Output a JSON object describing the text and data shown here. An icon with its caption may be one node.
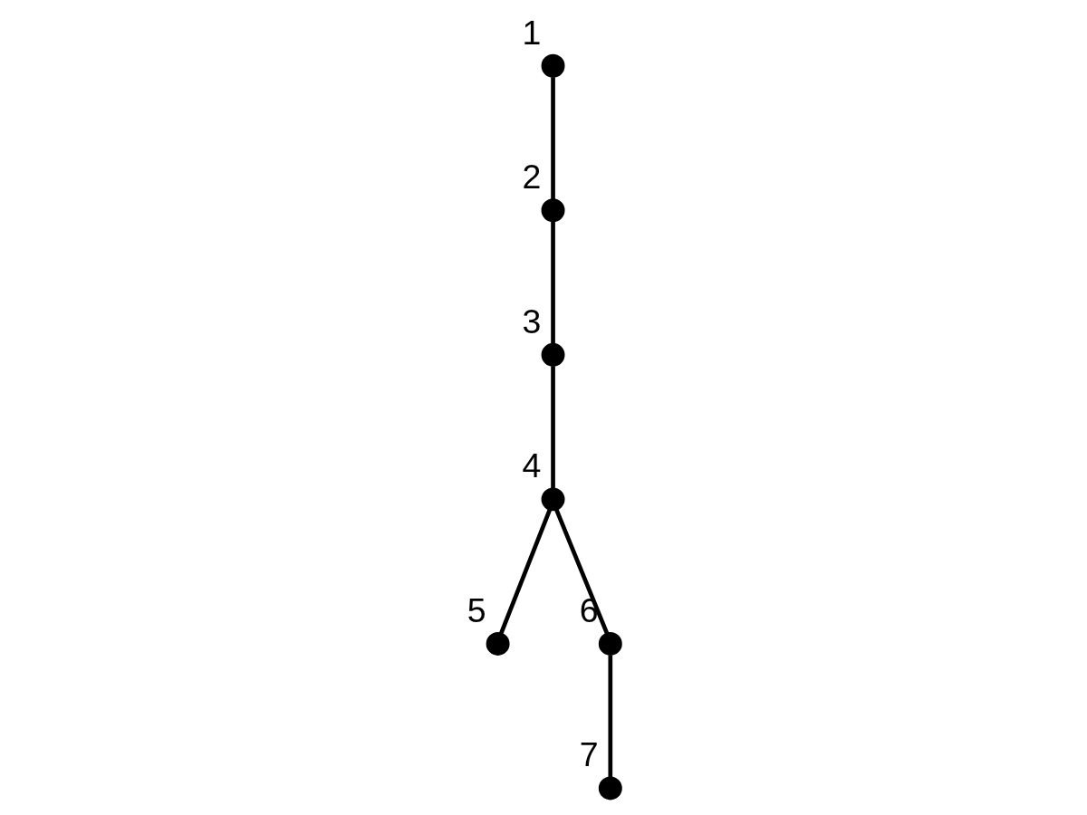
{
  "diagram": {
    "nodes": [
      {
        "text": [],
        "shape": "circle",
        "beside": [
          "1"
        ]
      },
      {
        "text": [],
        "shape": "circle",
        "beside": [
          "2"
        ]
      },
      {
        "text": [],
        "shape": "circle",
        "beside": [
          "3"
        ]
      },
      {
        "text": [],
        "shape": "circle",
        "beside": [
          "4"
        ]
      },
      {
        "text": [],
        "shape": "circle",
        "beside": [
          "5"
        ]
      },
      {
        "text": [],
        "shape": "circle",
        "beside": [
          "6"
        ]
      },
      {
        "text": [],
        "shape": "circle",
        "beside": [
          "7"
        ]
      }
    ],
    "edges": [
      {
        "from": 0,
        "to": 1,
        "arrow": "none"
      },
      {
        "from": 1,
        "to": 2,
        "arrow": "none"
      },
      {
        "from": 2,
        "to": 3,
        "arrow": "none"
      },
      {
        "from": 3,
        "to": 4,
        "arrow": "none"
      },
      {
        "from": 3,
        "to": 5,
        "arrow": "none"
      },
      {
        "from": 5,
        "to": 6,
        "arrow": "none"
      }
    ]
  }
}
